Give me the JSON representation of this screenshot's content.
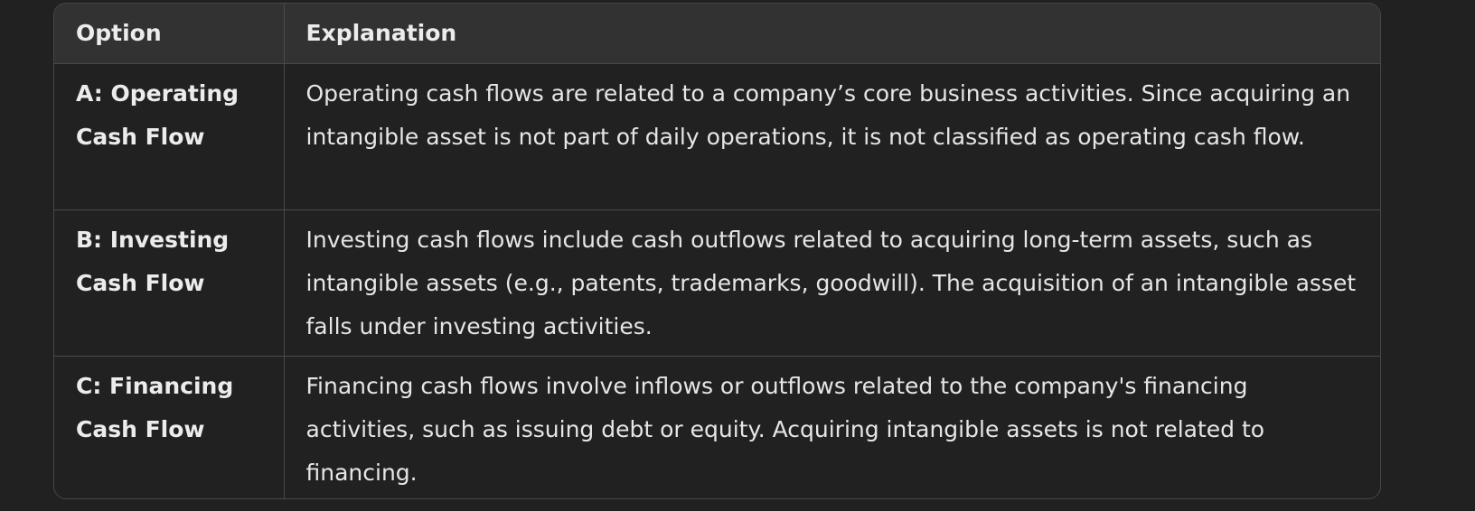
{
  "table": {
    "headers": [
      "Option",
      "Explanation"
    ],
    "rows": [
      {
        "option": "A: Operating Cash Flow",
        "explanation": "Operating cash flows are related to a company’s core business activities. Since acquiring an intangible asset is not part of daily operations, it is not classified as operating cash flow."
      },
      {
        "option": "B: Investing Cash Flow",
        "explanation": "Investing cash flows include cash outflows related to acquiring long-term assets, such as intangible assets (e.g., patents, trademarks, goodwill). The acquisition of an intangible asset falls under investing activities."
      },
      {
        "option": "C: Financing Cash Flow",
        "explanation": "Financing cash flows involve inflows or outflows related to the company's financing activities, such as issuing debt or equity. Acquiring intangible assets is not related to financing."
      }
    ]
  }
}
